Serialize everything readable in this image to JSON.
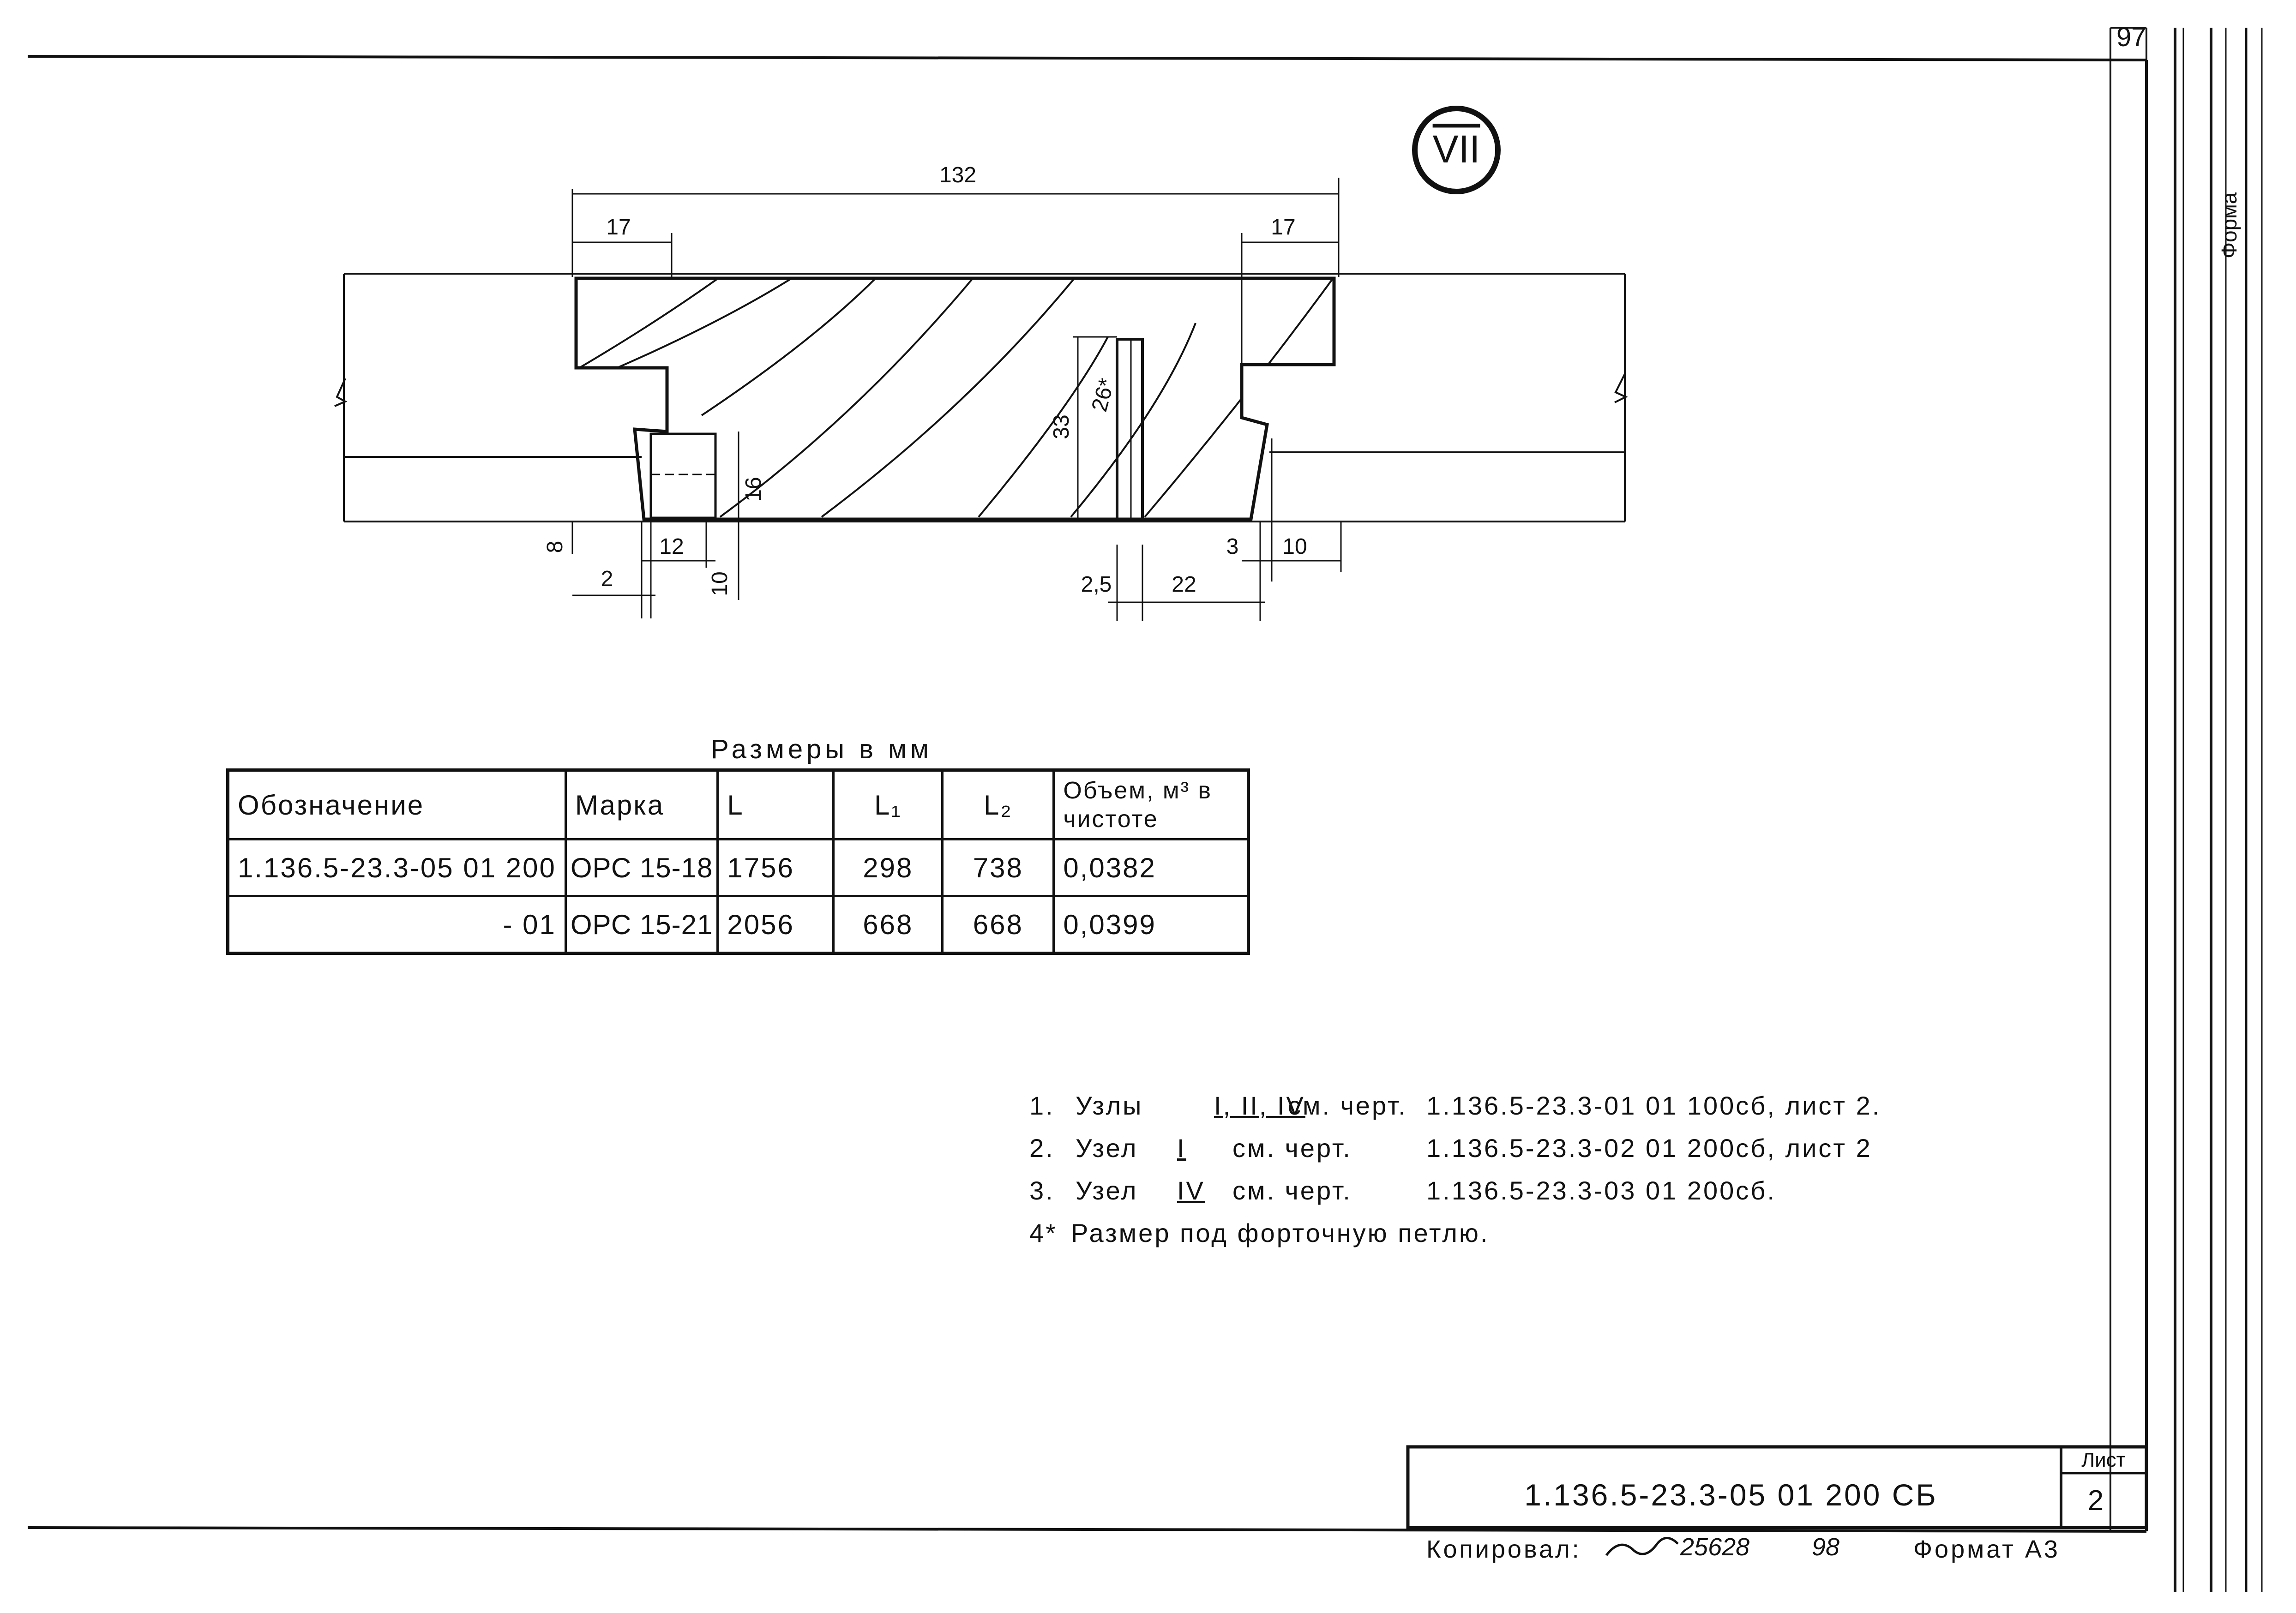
{
  "sheet_number": "97",
  "detail_node": "VII",
  "side_stamp": "Форма",
  "dimensions": {
    "overall_width": "132",
    "left_offset": "17",
    "right_offset": "17",
    "groove_height_left": "16",
    "bottom_left_8": "8",
    "dim_12": "12",
    "dim_2": "2",
    "dim_10_left": "10",
    "height_33": "33",
    "slot_26": "26*",
    "dim_2_5": "2,5",
    "dim_22": "22",
    "dim_3": "3",
    "dim_10_right": "10"
  },
  "table_caption": "Размеры в мм",
  "table": {
    "headers": {
      "designation": "Обозначение",
      "mark": "Марка",
      "L": "L",
      "L1": "L₁",
      "L2": "L₂",
      "volume": "Объем, м³ в чистоте"
    },
    "rows": [
      {
        "designation": "1.136.5-23.3-05 01 200",
        "mark": "ОРС 15-18",
        "L": "1756",
        "L1": "298",
        "L2": "738",
        "volume": "0,0382"
      },
      {
        "designation": "- 01",
        "mark": "ОРС 15-21",
        "L": "2056",
        "L1": "668",
        "L2": "668",
        "volume": "0,0399"
      }
    ]
  },
  "notes": [
    {
      "num": "1.",
      "label": "Узлы",
      "nodes": "I, II, IV",
      "ref": "см. черт.",
      "doc": "1.136.5-23.3-01 01 100сб, лист 2."
    },
    {
      "num": "2.",
      "label": "Узел",
      "nodes": "I",
      "ref": "см. черт.",
      "doc": "1.136.5-23.3-02 01 200сб, лист 2"
    },
    {
      "num": "3.",
      "label": "Узел",
      "nodes": "IV",
      "ref": "см. черт.",
      "doc": "1.136.5-23.3-03 01 200сб."
    },
    {
      "num": "4*",
      "label": "Размер под форточную петлю."
    }
  ],
  "title_block": {
    "code": "1.136.5-23.3-05 01 200 СБ",
    "sheet_label": "Лист",
    "sheet_value": "2"
  },
  "footer": {
    "copied_label": "Копировал:",
    "copied_number": "25628",
    "copied_year": "98",
    "format_label": "Формат А3"
  }
}
